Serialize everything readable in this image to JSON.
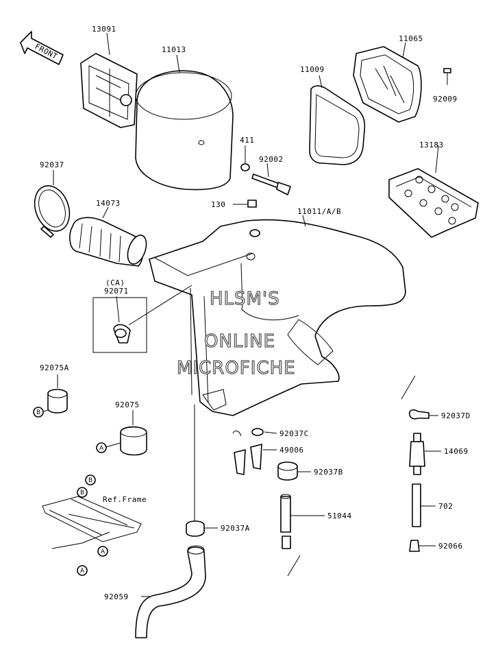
{
  "front_arrow": {
    "text": "FRONT"
  },
  "callouts": {
    "p13091": "13091",
    "p11013": "11013",
    "p11009": "11009",
    "p11065": "11065",
    "p92009": "92009",
    "p92037": "92037",
    "p411": "411",
    "p92002": "92002",
    "p13183": "13183",
    "p14073": "14073",
    "p130": "130",
    "p11011": "11011/A/B",
    "ca": "(CA)",
    "p92071": "92071",
    "p92075A": "92075A",
    "p92075": "92075",
    "ref_frame": "Ref.Frame",
    "p92037D": "92037D",
    "p92037C": "92037C",
    "p49006": "49006",
    "p14069": "14069",
    "p92037B": "92037B",
    "p702": "702",
    "p51044": "51044",
    "p92037A": "92037A",
    "p92066": "92066",
    "p92059": "92059"
  },
  "markers": {
    "a": "A",
    "b": "B"
  },
  "watermark": {
    "line1": "HLSM'S",
    "line2": "ONLINE",
    "line3": "MICROFICHE"
  }
}
